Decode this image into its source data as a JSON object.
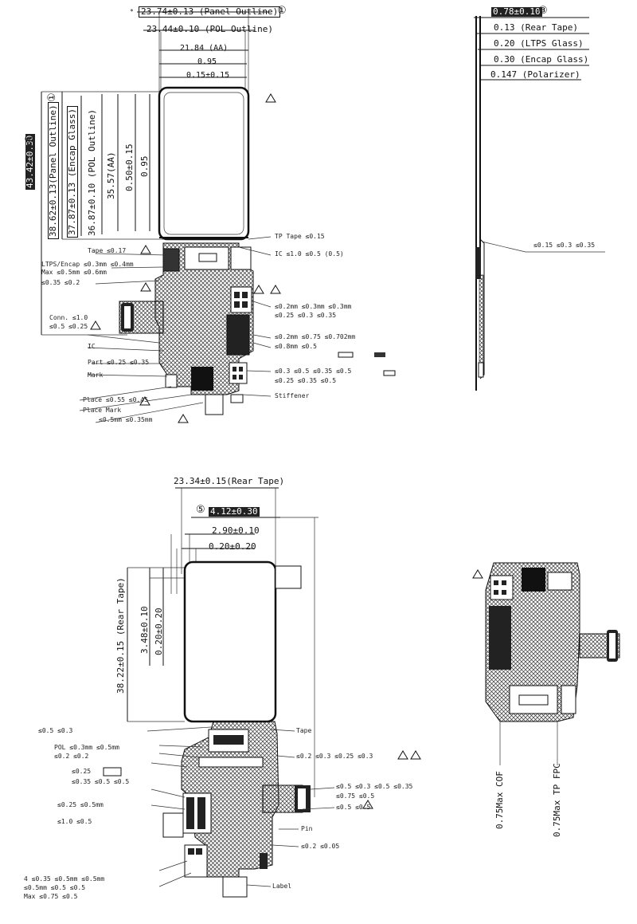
{
  "front_view": {
    "top_dims": {
      "panel_outline": "23.74±0.13 (Panel Outline)",
      "panel_outline_marker": "①",
      "pol_outline": "23.44±0.10 (POL Outline)",
      "aa": "21.84 (AA)",
      "d095": "0.95",
      "d015": "0.15±0.15"
    },
    "left_dims": {
      "total_height": "43.42±0.30",
      "total_height_marker": "④",
      "panel_outline_h": "38.62±0.13(Panel Outline)",
      "panel_outline_h_marker": "①",
      "encap_h": "37.87±0.13 (Encap Glass)",
      "pol_outline_h": "36.87±0.10 (POL Outline)",
      "aa_h": "35.57(AA)",
      "d050": "0.50±0.15",
      "d095_v": "0.95"
    },
    "left_annotations": [
      "Tape ≤0.17",
      "LTPS/Encap ≤0.3mm ≤0.4mm",
      "Max ≤0.5mm ≤0.6mm",
      "≤0.35 ≤0.2",
      "Conn. ≤1.0",
      "≤0.5 ≤0.25",
      "IC",
      "Part ≤0.25 ≤0.35",
      "Mark",
      "Place ≤0.55 ≤0.45",
      "Place Mark",
      "≤0.5mm ≤0.35mm"
    ],
    "right_annotations": [
      "TP Tape ≤0.15",
      "IC ≤1.0 ≤0.5 (0.5)",
      "≤0.2mm ≤0.3mm ≤0.3mm",
      "≤0.25 ≤0.3 ≤0.35",
      "≤0.2mm ≤0.75 ≤0.702mm",
      "≤0.8mm ≤0.5",
      "≤0.3 ≤0.5 ≤0.35 ≤0.5",
      "≤0.25 ≤0.35 ≤0.5",
      "Stiffener"
    ]
  },
  "side_view": {
    "total": "0.78±0.10",
    "total_marker": "③",
    "layers": [
      "0.13 (Rear Tape)",
      "0.20 (LTPS Glass)",
      "0.30 (Encap Glass)",
      "0.147 (Polarizer)"
    ],
    "annotation": "≤0.15 ≤0.3 ≤0.35"
  },
  "rear_view": {
    "rear_tape_w": "23.34±0.15(Rear Tape)",
    "d_marker": "⑤",
    "d_value": "4.12±0.30",
    "d290": "2.90±0.10",
    "d020": "0.20±0.20",
    "rear_tape_h": "38.22±0.15 (Rear Tape)",
    "d348": "3.48±0.10",
    "d020v": "0.20±0.20",
    "left_annotations": [
      "≤0.5 ≤0.3",
      "POL ≤0.3mm ≤0.5mm",
      "≤0.2 ≤0.2",
      "≤0.25",
      "≤0.35 ≤0.5 ≤0.5",
      "≤0.25 ≤0.5mm",
      "≤1.0 ≤0.5",
      "4 ≤0.35 ≤0.5mm ≤0.5mm",
      "≤0.5mm ≤0.5 ≤0.5",
      "Max ≤0.75 ≤0.5"
    ],
    "right_annotations": [
      "Tape",
      "≤0.2 ≤0.3 ≤0.25 ≤0.3",
      "≤0.5 ≤0.3 ≤0.5 ≤0.35",
      "≤0.75 ≤0.5",
      "≤0.5 ≤0.5",
      "Pin",
      "≤0.2 ≤0.05",
      "Label"
    ]
  },
  "detail_view": {
    "cof": "0.75Max COF",
    "tpfpc": "0.75Max TP FPC"
  }
}
